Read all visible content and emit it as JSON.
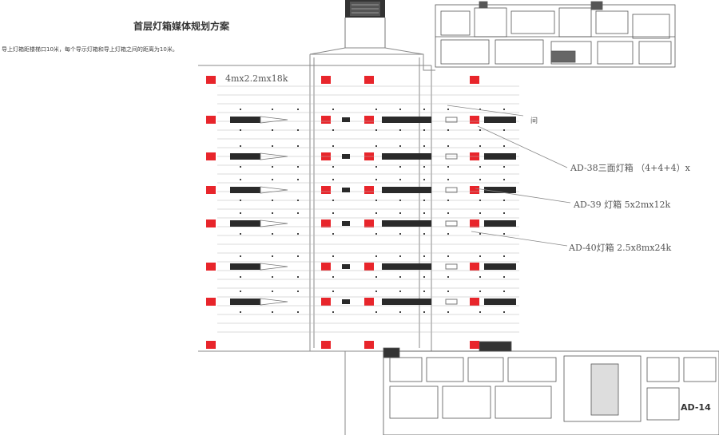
{
  "title": "首层灯箱媒体规划方案",
  "description": "导上灯箱距楼梯口10米，每个导示灯箱和导上灯箱之间的距离为10米。",
  "top_label": "4mx2.2mx18k",
  "side_label": "间",
  "edge_label": "AD-14",
  "callouts": [
    {
      "id": "ad38",
      "text": "AD-38三面灯箱 （4+4+4）x"
    },
    {
      "id": "ad39",
      "text": "AD-39 灯箱 5x2mx12k"
    },
    {
      "id": "ad40",
      "text": "AD-40灯箱 2.5x8mx24k"
    }
  ],
  "colors": {
    "marker": "#e8252b",
    "line": "#7a7a7a",
    "dark": "#2a2a2a",
    "light_line": "#b8b8b8"
  }
}
